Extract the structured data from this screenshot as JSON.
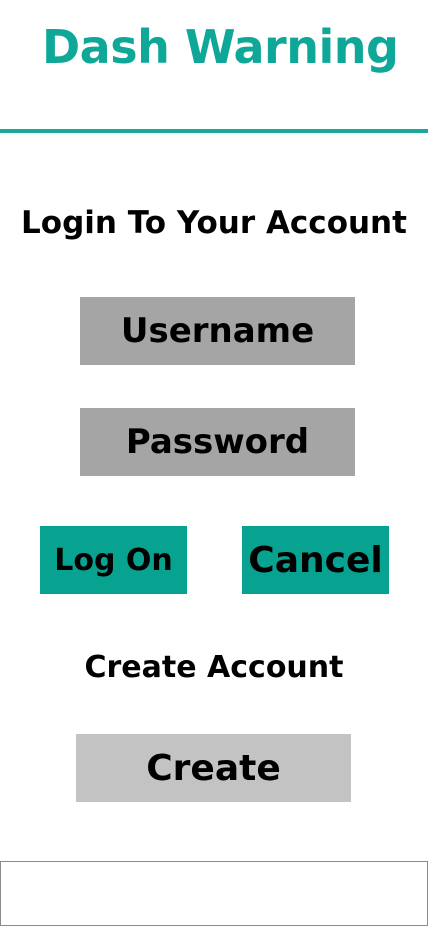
{
  "header": {
    "app_title": "Dash Warning"
  },
  "login": {
    "heading": "Login To Your Account",
    "username_placeholder": "Username",
    "password_placeholder": "Password",
    "logon_label": "Log On",
    "cancel_label": "Cancel"
  },
  "create_account": {
    "heading": "Create Account",
    "create_label": "Create"
  },
  "colors": {
    "brand_teal": "#0fa898",
    "button_teal": "#08a290",
    "field_gray": "#a5a5a5",
    "create_gray": "#c3c3c3"
  }
}
